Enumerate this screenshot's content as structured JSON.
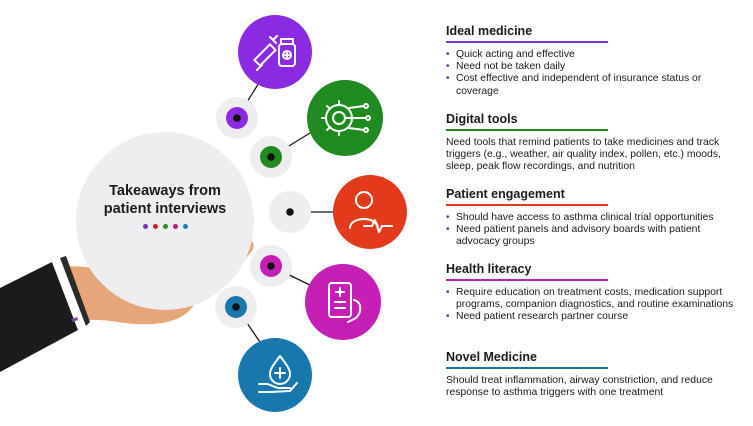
{
  "center": {
    "title_line1": "Takeaways from",
    "title_line2": "patient interviews",
    "dot_colors": [
      "#7b2fbe",
      "#d21e1e",
      "#2e8b2e",
      "#c2187a",
      "#1a7fb8"
    ]
  },
  "colors": {
    "purple": "#8a2be2",
    "green": "#1f8a1f",
    "red": "#e23a1b",
    "magenta": "#c61fb5",
    "blue": "#1878ad",
    "hand": "#e7a57a",
    "sleeve": "#1b1b1b"
  },
  "icons": [
    "syringe-vial-icon",
    "gear-circuit-icon",
    "person-heartbeat-icon",
    "tablet-hand-icon",
    "drop-hand-icon"
  ],
  "sections": [
    {
      "title": "Ideal medicine",
      "color": "#8a2be2",
      "bullets": [
        "Quick acting and effective",
        "Need not be taken daily",
        "Cost effective and independent of insurance status or coverage"
      ]
    },
    {
      "title": "Digital tools",
      "color": "#1f8a1f",
      "text": "Need tools that remind patients to take medicines and track triggers (e.g., weather, air quality index, pollen, etc.) moods, sleep, peak flow recordings, and nutrition"
    },
    {
      "title": "Patient engagement",
      "color": "#e23a1b",
      "bullets": [
        "Should have access to asthma clinical trial opportunities",
        "Need patient panels and advisory boards with patient advocacy groups"
      ]
    },
    {
      "title": "Health literacy",
      "color": "#c61fb5",
      "bullets": [
        "Require education on treatment costs, medication support programs, companion diagnostics, and routine examinations",
        "Need patient research partner course"
      ]
    },
    {
      "title": "Novel Medicine",
      "color": "#1878ad",
      "text": "Should treat inflammation, airway constriction, and reduce response to asthma triggers with one treatment"
    }
  ]
}
